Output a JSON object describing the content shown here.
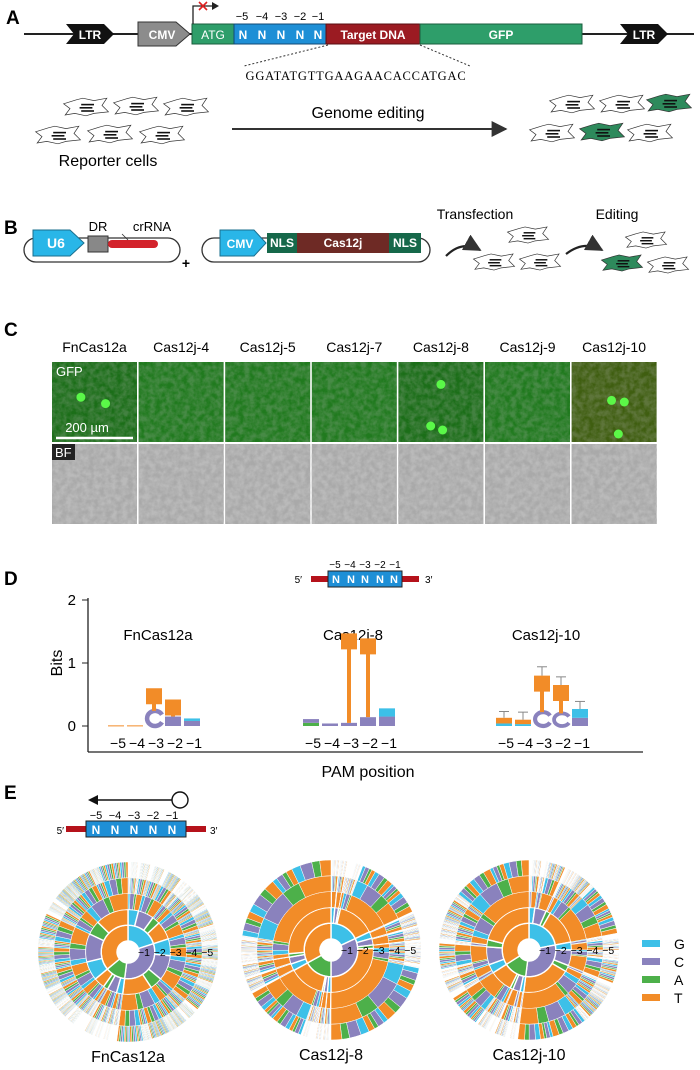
{
  "panel_letters": {
    "a": "A",
    "b": "B",
    "c": "C",
    "d": "D",
    "e": "E"
  },
  "panel_a": {
    "ltr_left": "LTR",
    "cmv": "CMV",
    "atg": "ATG",
    "pam_numbers": [
      "−5",
      "−4",
      "−3",
      "−2",
      "−1"
    ],
    "pam_letters": [
      "N",
      "N",
      "N",
      "N",
      "N"
    ],
    "target_dna": "Target DNA",
    "gfp": "GFP",
    "ltr_right": "LTR",
    "sequence": "GGATATGTTGAAGAACACCATGAC",
    "reporter_cells": "Reporter cells",
    "genome_editing": "Genome editing"
  },
  "panel_b": {
    "u6": "U6",
    "dr": "DR",
    "crrna": "crRNA",
    "plus": "+",
    "cmv": "CMV",
    "nls1": "NLS",
    "cas12j": "Cas12j",
    "nls2": "NLS",
    "transfection": "Transfection",
    "editing": "Editing"
  },
  "panel_c": {
    "columns": [
      "FnCas12a",
      "Cas12j-4",
      "Cas12j-5",
      "Cas12j-7",
      "Cas12j-8",
      "Cas12j-9",
      "Cas12j-10"
    ],
    "gfp_label": "GFP",
    "bf_label": "BF",
    "scale_label": "200 µm"
  },
  "panel_d": {
    "ylabel": "Bits",
    "xlabel": "PAM position",
    "yticks": [
      "0",
      "1",
      "2"
    ],
    "ylim": [
      0,
      2.1
    ],
    "inset_numbers": [
      "−5",
      "−4",
      "−3",
      "−2",
      "−1"
    ],
    "inset_letters": [
      "N",
      "N",
      "N",
      "N",
      "N"
    ],
    "inset_5": "5′",
    "inset_3": "3′",
    "xticks": [
      "−5",
      "−4",
      "−3",
      "−2",
      "−1"
    ]
  },
  "chart_data": [
    {
      "type": "sequence-logo",
      "title": "FnCas12a",
      "positions": [
        "−5",
        "−4",
        "−3",
        "−2",
        "−1"
      ],
      "stacks": [
        [
          {
            "base": "T",
            "bits": 0.01
          }
        ],
        [
          {
            "base": "T",
            "bits": 0.01
          }
        ],
        [
          {
            "base": "C",
            "bits": 0.24
          },
          {
            "base": "T",
            "bits": 0.36
          }
        ],
        [
          {
            "base": "C",
            "bits": 0.15
          },
          {
            "base": "T",
            "bits": 0.27
          }
        ],
        [
          {
            "base": "C",
            "bits": 0.08
          },
          {
            "base": "G",
            "bits": 0.04
          }
        ]
      ],
      "ylim": [
        0,
        2.1
      ]
    },
    {
      "type": "sequence-logo",
      "title": "Cas12j-8",
      "positions": [
        "−5",
        "−4",
        "−3",
        "−2",
        "−1"
      ],
      "stacks": [
        [
          {
            "base": "A",
            "bits": 0.05
          },
          {
            "base": "C",
            "bits": 0.06
          }
        ],
        [
          {
            "base": "C",
            "bits": 0.04
          }
        ],
        [
          {
            "base": "C",
            "bits": 0.05
          },
          {
            "base": "T",
            "bits": 1.42
          }
        ],
        [
          {
            "base": "C",
            "bits": 0.14
          },
          {
            "base": "T",
            "bits": 1.25
          }
        ],
        [
          {
            "base": "C",
            "bits": 0.15
          },
          {
            "base": "G",
            "bits": 0.13
          }
        ]
      ],
      "ylim": [
        0,
        2.1
      ]
    },
    {
      "type": "sequence-logo",
      "title": "Cas12j-10",
      "positions": [
        "−5",
        "−4",
        "−3",
        "−2",
        "−1"
      ],
      "stacks": [
        [
          {
            "base": "G",
            "bits": 0.04
          },
          {
            "base": "T",
            "bits": 0.09
          }
        ],
        [
          {
            "base": "G",
            "bits": 0.03
          },
          {
            "base": "T",
            "bits": 0.07
          }
        ],
        [
          {
            "base": "C",
            "bits": 0.22
          },
          {
            "base": "T",
            "bits": 0.58
          }
        ],
        [
          {
            "base": "C",
            "bits": 0.2
          },
          {
            "base": "T",
            "bits": 0.45
          }
        ],
        [
          {
            "base": "C",
            "bits": 0.13
          },
          {
            "base": "G",
            "bits": 0.14
          }
        ]
      ],
      "ylim": [
        0,
        2.1
      ]
    }
  ],
  "panel_e": {
    "inset_numbers": [
      "−5",
      "−4",
      "−3",
      "−2",
      "−1"
    ],
    "inset_letters": [
      "N",
      "N",
      "N",
      "N",
      "N"
    ],
    "inset_5": "5′",
    "inset_3": "3′",
    "ring_labels": [
      "−1",
      "−2",
      "−3",
      "−4",
      "−5"
    ],
    "sunbursts": [
      "FnCas12a",
      "Cas12j-8",
      "Cas12j-10"
    ],
    "legend": [
      {
        "label": "G",
        "color": "#3dc0e8"
      },
      {
        "label": "C",
        "color": "#8a82bd"
      },
      {
        "label": "A",
        "color": "#4db04a"
      },
      {
        "label": "T",
        "color": "#f28c28"
      }
    ]
  },
  "colors": {
    "G": "#3dc0e8",
    "C": "#8a82bd",
    "A": "#4db04a",
    "T": "#f28c28",
    "atg_green": "#2e9e6a",
    "pam_blue": "#1e8fd6",
    "target_red": "#9b1b22",
    "gfp_green": "#2e9e6a",
    "cmv_gray": "#8c8c8c",
    "u6_cyan": "#29b6e8",
    "cas_brown": "#6e2a25",
    "nls_green": "#16684a",
    "crrna_red": "#d3232b"
  }
}
